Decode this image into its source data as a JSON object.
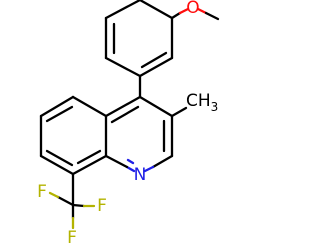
{
  "molecule": {
    "atom_labels": {
      "oxygen": "O",
      "nitrogen": "N",
      "fluorine_1": "F",
      "fluorine_2": "F",
      "fluorine_3": "F",
      "methyl_c": "CH",
      "methyl_sub": "3"
    },
    "colors": {
      "bond": "#000000",
      "oxygen": "#ff0d0d",
      "nitrogen": "#1f1fe6",
      "fluorine": "#b3b300",
      "text": "#000000"
    }
  }
}
